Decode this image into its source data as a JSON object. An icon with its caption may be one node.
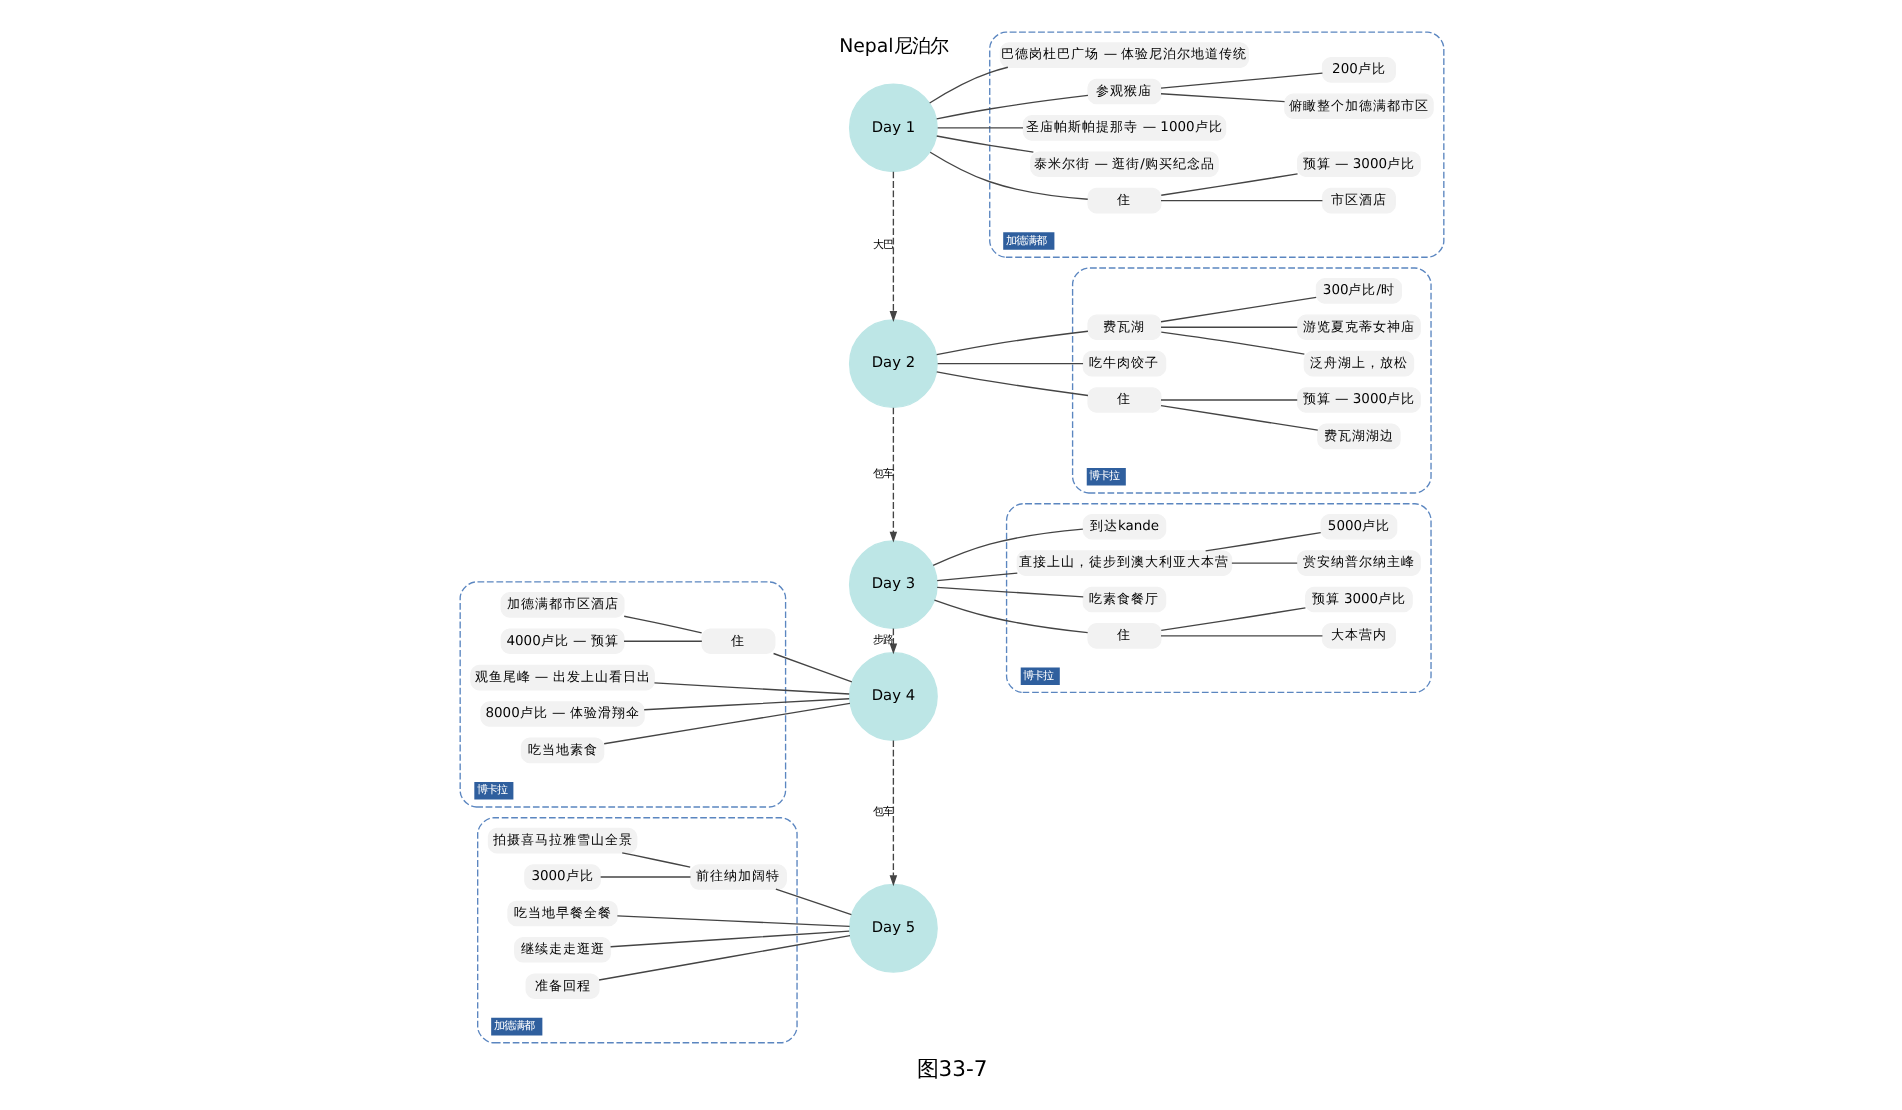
{
  "diagram": {
    "caption": "图33-7",
    "nodes": [
      {
        "text": [
          "Nepal尼泊尔"
        ]
      },
      {
        "text": [
          "Day 1"
        ]
      },
      {
        "text": [
          "加德满都"
        ]
      },
      {
        "text": [
          "巴德岗杜巴广场 — 体验尼泊尔地道传统"
        ],
        "in": 2
      },
      {
        "text": [
          "参观猴庙"
        ],
        "in": 2
      },
      {
        "text": [
          "俯瞰整个加德满都市区"
        ],
        "in": 2
      },
      {
        "text": [
          "200卢比"
        ],
        "in": 2
      },
      {
        "text": [
          "圣庙帕斯帕提那寺 — 1000卢比"
        ],
        "in": 2
      },
      {
        "text": [
          "泰米尔街 — 逛街/购买纪念品"
        ],
        "in": 2
      },
      {
        "text": [
          "住"
        ],
        "in": 2
      },
      {
        "text": [
          "市区酒店"
        ],
        "in": 2
      },
      {
        "text": [
          "预算 — 3000卢比"
        ],
        "in": 2
      },
      {
        "text": [
          "Day 2"
        ]
      },
      {
        "text": [
          "博卡拉"
        ]
      },
      {
        "text": [
          "费瓦湖"
        ],
        "in": 13
      },
      {
        "text": [
          "泛舟湖上，放松"
        ],
        "in": 13
      },
      {
        "text": [
          "游览夏克蒂女神庙"
        ],
        "in": 13
      },
      {
        "text": [
          "300卢比/时"
        ],
        "in": 13
      },
      {
        "text": [
          "吃牛肉饺子"
        ],
        "in": 13
      },
      {
        "text": [
          "住"
        ],
        "in": 13
      },
      {
        "text": [
          "费瓦湖湖边"
        ],
        "in": 13
      },
      {
        "text": [
          "预算 — 3000卢比"
        ],
        "in": 13
      },
      {
        "text": [
          "Day 3"
        ]
      },
      {
        "text": [
          "博卡拉"
        ]
      },
      {
        "text": [
          "到达kande"
        ],
        "in": 23
      },
      {
        "text": [
          "直接上山，徒步到澳大利亚大本营"
        ],
        "in": 23
      },
      {
        "text": [
          "赏安纳普尔纳主峰"
        ],
        "in": 23
      },
      {
        "text": [
          "5000卢比"
        ],
        "in": 23
      },
      {
        "text": [
          "吃素食餐厅"
        ],
        "in": 23
      },
      {
        "text": [
          "住"
        ],
        "in": 23
      },
      {
        "text": [
          "大本营内"
        ],
        "in": 23
      },
      {
        "text": [
          "预算 3000卢比"
        ],
        "in": 23
      },
      {
        "text": [
          "Day 4"
        ]
      },
      {
        "text": [
          "博卡拉"
        ]
      },
      {
        "text": [
          "观鱼尾峰 — 出发上山看日出"
        ],
        "in": 33
      },
      {
        "text": [
          "8000卢比 — 体验滑翔伞"
        ],
        "in": 33
      },
      {
        "text": [
          "吃当地素食"
        ],
        "in": 33
      },
      {
        "text": [
          "住"
        ],
        "in": 33
      },
      {
        "text": [
          "加德满都市区酒店"
        ],
        "in": 33
      },
      {
        "text": [
          "4000卢比 — 预算"
        ],
        "in": 33
      },
      {
        "text": [
          "Day 5"
        ]
      },
      {
        "text": [
          "加德满都"
        ]
      },
      {
        "text": [
          "前往纳加阔特"
        ],
        "in": 41
      },
      {
        "text": [
          "拍摄喜马拉雅雪山全景"
        ],
        "in": 41
      },
      {
        "text": [
          "3000卢比"
        ],
        "in": 41
      },
      {
        "text": [
          "吃当地早餐全餐"
        ],
        "in": 41
      },
      {
        "text": [
          "继续走走逛逛"
        ],
        "in": 41
      },
      {
        "text": [
          "准备回程"
        ],
        "in": 41
      }
    ],
    "edges": [
      {
        "from": 1,
        "to": 3,
        "arrow": "none"
      },
      {
        "from": 1,
        "to": 4,
        "arrow": "none"
      },
      {
        "from": 4,
        "to": 5,
        "arrow": "none"
      },
      {
        "from": 4,
        "to": 6,
        "arrow": "none"
      },
      {
        "from": 1,
        "to": 7,
        "arrow": "none"
      },
      {
        "from": 1,
        "to": 8,
        "arrow": "none"
      },
      {
        "from": 1,
        "to": 9,
        "arrow": "none"
      },
      {
        "from": 9,
        "to": 10,
        "arrow": "none"
      },
      {
        "from": 9,
        "to": 11,
        "arrow": "none"
      },
      {
        "from": 12,
        "to": 14,
        "arrow": "none"
      },
      {
        "from": 14,
        "to": 15,
        "arrow": "none"
      },
      {
        "from": 14,
        "to": 16,
        "arrow": "none"
      },
      {
        "from": 14,
        "to": 17,
        "arrow": "none"
      },
      {
        "from": 12,
        "to": 18,
        "arrow": "none"
      },
      {
        "from": 12,
        "to": 19,
        "arrow": "none"
      },
      {
        "from": 19,
        "to": 20,
        "arrow": "none"
      },
      {
        "from": 19,
        "to": 21,
        "arrow": "none"
      },
      {
        "from": 22,
        "to": 24,
        "arrow": "none"
      },
      {
        "from": 22,
        "to": 25,
        "arrow": "none"
      },
      {
        "from": 25,
        "to": 26,
        "arrow": "none"
      },
      {
        "from": 25,
        "to": 27,
        "arrow": "none"
      },
      {
        "from": 22,
        "to": 28,
        "arrow": "none"
      },
      {
        "from": 22,
        "to": 29,
        "arrow": "none"
      },
      {
        "from": 29,
        "to": 30,
        "arrow": "none"
      },
      {
        "from": 29,
        "to": 31,
        "arrow": "none"
      },
      {
        "from": 34,
        "to": 32,
        "arrow": "none"
      },
      {
        "from": 35,
        "to": 32,
        "arrow": "none"
      },
      {
        "from": 36,
        "to": 32,
        "arrow": "none"
      },
      {
        "from": 37,
        "to": 32,
        "arrow": "none"
      },
      {
        "from": 38,
        "to": 37,
        "arrow": "none"
      },
      {
        "from": 39,
        "to": 37,
        "arrow": "none"
      },
      {
        "from": 42,
        "to": 40,
        "arrow": "none"
      },
      {
        "from": 43,
        "to": 42,
        "arrow": "none"
      },
      {
        "from": 44,
        "to": 42,
        "arrow": "none"
      },
      {
        "from": 45,
        "to": 40,
        "arrow": "none"
      },
      {
        "from": 46,
        "to": 40,
        "arrow": "none"
      },
      {
        "from": 47,
        "to": 40,
        "arrow": "none"
      },
      {
        "from": 1,
        "to": 12,
        "arrow": "to",
        "label": "大巴",
        "style": "dashed"
      },
      {
        "from": 12,
        "to": 22,
        "arrow": "to",
        "label": "包车",
        "style": "dashed"
      },
      {
        "from": 22,
        "to": 32,
        "arrow": "to",
        "label": "步路",
        "style": "dashed"
      },
      {
        "from": 32,
        "to": 40,
        "arrow": "to",
        "label": "包车",
        "style": "dashed"
      }
    ]
  }
}
